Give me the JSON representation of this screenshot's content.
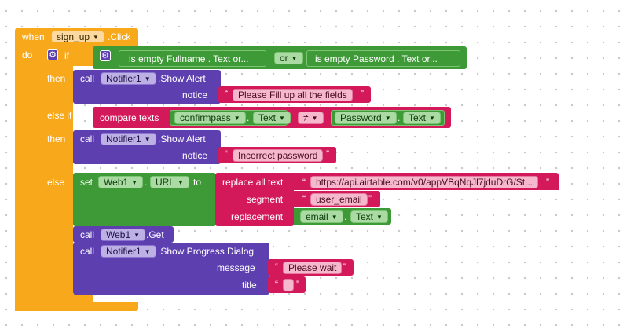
{
  "event": {
    "when": "when",
    "component": "sign_up",
    "event_name": ".Click",
    "do": "do"
  },
  "if_block": {
    "if": "if",
    "then": "then",
    "else_if": "else if",
    "then2": "then",
    "else": "else"
  },
  "condition": {
    "left": "is empty  Fullname . Text or...",
    "op": "or",
    "right": "is empty  Password . Text or..."
  },
  "alert1": {
    "call": "call",
    "component": "Notifier1",
    "method": ".Show Alert",
    "param": "notice",
    "text": "Please Fill up all the fields"
  },
  "compare": {
    "label": "compare texts",
    "left_comp": "confirmpass",
    "left_prop": "Text",
    "op": "≠",
    "right_comp": "Password",
    "right_prop": "Text"
  },
  "alert2": {
    "call": "call",
    "component": "Notifier1",
    "method": ".Show Alert",
    "param": "notice",
    "text": "Incorrect password"
  },
  "set_block": {
    "set": "set",
    "component": "Web1",
    "prop": "URL",
    "to": "to",
    "replace": "replace all text",
    "url": "https://api.airtable.com/v0/appVBqNqJl7jduDrG/St...",
    "segment_label": "segment",
    "segment": "user_email",
    "replacement_label": "replacement",
    "repl_comp": "email",
    "repl_prop": "Text"
  },
  "get_block": {
    "call": "call",
    "component": "Web1",
    "method": ".Get"
  },
  "progress": {
    "call": "call",
    "component": "Notifier1",
    "method": ".Show Progress Dialog",
    "message_label": "message",
    "message": "Please wait",
    "title_label": "title",
    "title": ""
  },
  "colors": {
    "event": "#f7a81b",
    "control": "#f7a81b",
    "component": "#5d3fb0",
    "logic": "#3d9a37",
    "text": "#d3195a"
  }
}
